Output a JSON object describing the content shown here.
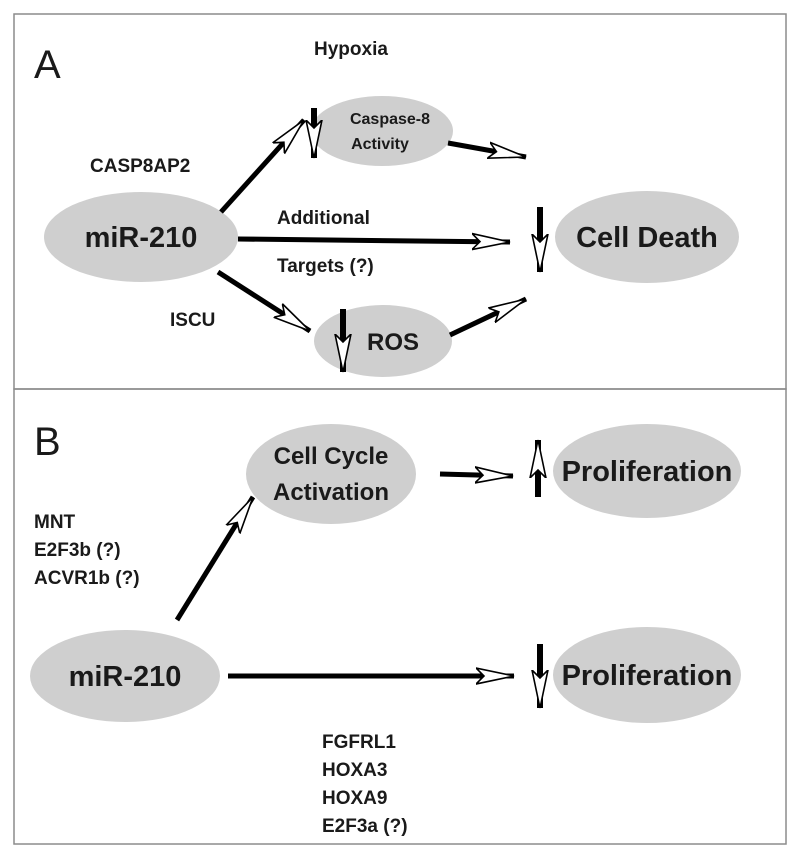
{
  "panel_a": {
    "letter": "A",
    "header": "Hypoxia",
    "nodes": {
      "mir210": "miR-210",
      "caspase_line1": "Caspase-8",
      "caspase_line2": "Activity",
      "ros": "ROS",
      "cell_death": "Cell Death"
    },
    "edge_labels": {
      "casp8ap2": "CASP8AP2",
      "additional_line1": "Additional",
      "additional_line2": "Targets (?)",
      "iscu": "ISCU"
    }
  },
  "panel_b": {
    "letter": "B",
    "nodes": {
      "mir210": "miR-210",
      "cell_cycle_line1": "Cell Cycle",
      "cell_cycle_line2": "Activation",
      "proliferation_up": "Proliferation",
      "proliferation_down": "Proliferation"
    },
    "up_targets": [
      "MNT",
      "E2F3b (?)",
      "ACVR1b (?)"
    ],
    "down_targets": [
      "FGFRL1",
      "HOXA3",
      "HOXA9",
      "E2F3a (?)"
    ]
  },
  "colors": {
    "node_fill": "#cfcfcf",
    "border": "#8c8c8c",
    "arrow": "#000000"
  }
}
